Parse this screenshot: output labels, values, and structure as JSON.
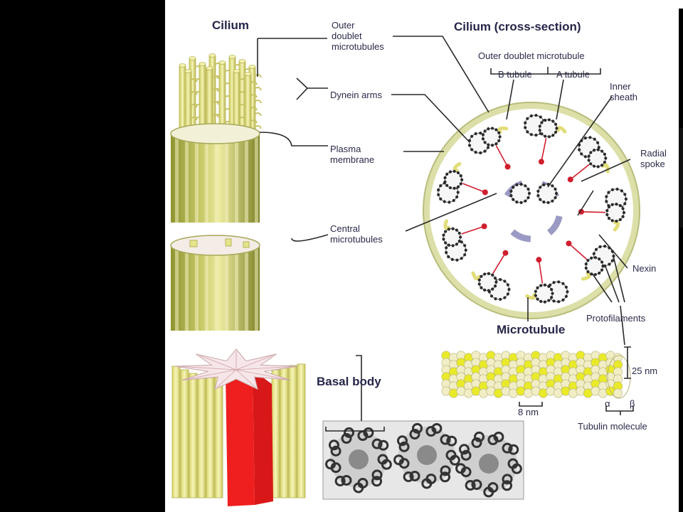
{
  "titles": {
    "cilium": "Cilium",
    "cross_section": "Cilium (cross-section)",
    "microtubule": "Microtubule",
    "basal_body": "Basal body"
  },
  "labels": {
    "outer_doublet_microtubules": "Outer\ndoublet\nmicrotubules",
    "dynein_arms": "Dynein arms",
    "plasma_membrane": "Plasma\nmembrane",
    "central_microtubules": "Central\nmicrotubules",
    "outer_doublet_microtubule": "Outer doublet microtubule",
    "b_tubule": "B tubule",
    "a_tubule": "A tubule",
    "inner_sheath": "Inner\nsheath",
    "radial_spoke": "Radial\nspoke",
    "nexin": "Nexin",
    "protofilaments": "Protofilaments",
    "size_25nm": "25 nm",
    "size_8nm": "8 nm",
    "alpha": "α",
    "beta": "β",
    "tubulin_molecule": "Tubulin molecule"
  },
  "colors": {
    "tube_yellow": "#e6e48a",
    "tube_green": "#a4a746",
    "membrane": "#cfd59a",
    "spoke_red": "#d01e2e",
    "sheath_purple": "#9a9ac4",
    "red_face": "#f02020",
    "text": "#2a2a4a",
    "bg": "#000000"
  }
}
